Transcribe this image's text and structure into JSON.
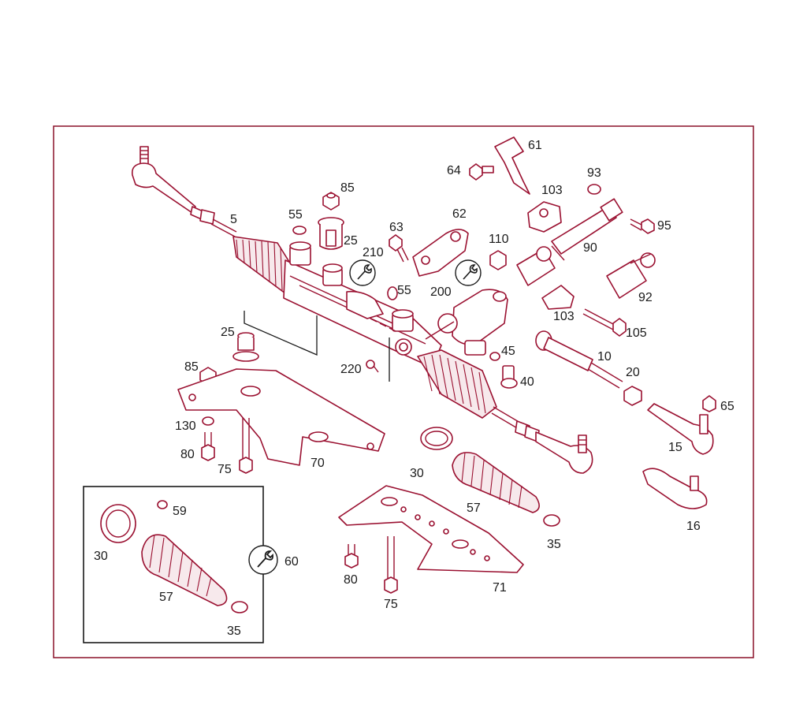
{
  "diagram": {
    "colors": {
      "line": "#9a1030",
      "frame": "#8a1028",
      "text": "#1a1a1a"
    },
    "labels": {
      "p5": "5",
      "p10": "10",
      "p15": "15",
      "p16": "16",
      "p20": "20",
      "p25a": "25",
      "p25b": "25",
      "p30a": "30",
      "p30b": "30",
      "p35a": "35",
      "p35b": "35",
      "p40": "40",
      "p45": "45",
      "p55a": "55",
      "p55b": "55",
      "p57a": "57",
      "p57b": "57",
      "p59": "59",
      "p60": "60",
      "p61": "61",
      "p62": "62",
      "p63": "63",
      "p64": "64",
      "p65": "65",
      "p70": "70",
      "p71": "71",
      "p75a": "75",
      "p75b": "75",
      "p80a": "80",
      "p80b": "80",
      "p85a": "85",
      "p85b": "85",
      "p90": "90",
      "p92": "92",
      "p93": "93",
      "p95": "95",
      "p103a": "103",
      "p103b": "103",
      "p105": "105",
      "p110": "110",
      "p130": "130",
      "p200": "200",
      "p210": "210",
      "p220": "220"
    },
    "icons": [
      "wrench-icon"
    ]
  }
}
